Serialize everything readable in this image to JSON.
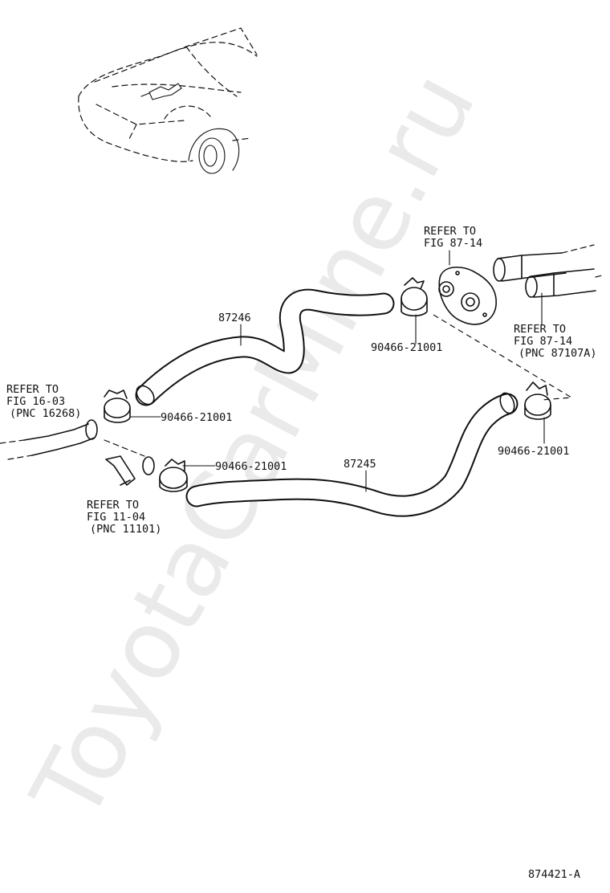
{
  "parts": {
    "hose_upper": "87246",
    "hose_lower": "87245",
    "clamp_upper_right": "90466-21001",
    "clamp_left_upper": "90466-21001",
    "clamp_left_lower": "90466-21001",
    "clamp_lower_right": "90466-21001"
  },
  "refs": {
    "ref_top": [
      "REFER TO",
      "FIG 87-14"
    ],
    "ref_right": [
      "REFER TO",
      "FIG 87-14",
      "(PNC 87107A)"
    ],
    "ref_left": [
      "REFER TO",
      "FIG 16-03",
      "(PNC 16268)"
    ],
    "ref_bottom": [
      "REFER TO",
      "FIG 11-04",
      "(PNC 11101)"
    ]
  },
  "figure_id": "874421-A",
  "watermark": "ToyotaCarMine.ru"
}
